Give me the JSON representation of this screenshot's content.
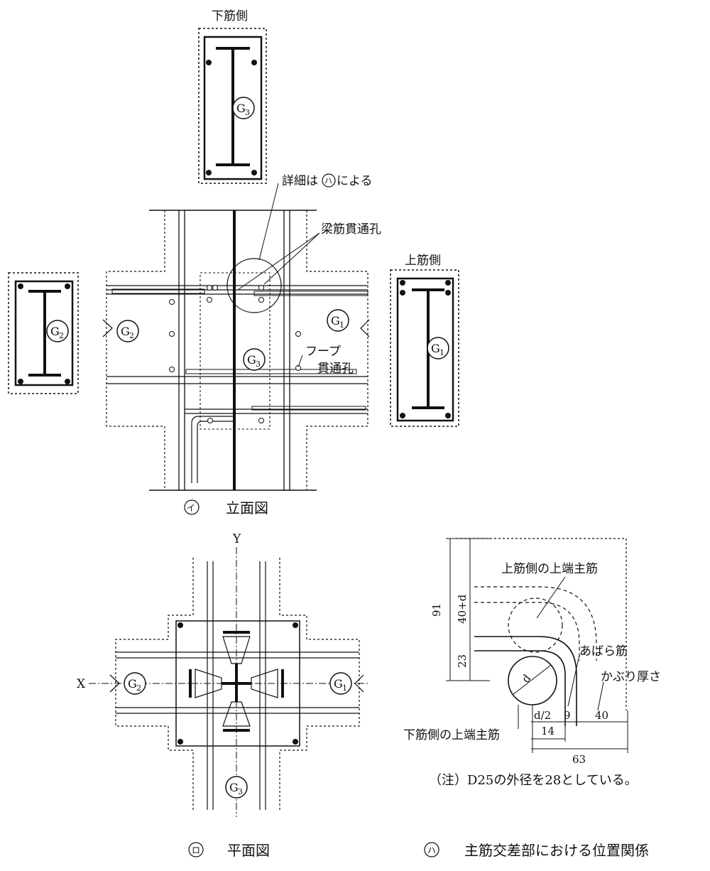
{
  "elevation": {
    "g3_section_label": "下筋側",
    "g1_section_label": "上筋側",
    "callout_detail": "詳細は",
    "callout_detail_mark": "ハ",
    "callout_detail_suffix": "による",
    "callout_beam_hole": "梁筋貫通孔",
    "callout_hoop_1": "フープ",
    "callout_hoop_2": "貫通孔",
    "caption_mark": "イ",
    "caption": "立面図"
  },
  "plan": {
    "axis_y": "Y",
    "axis_x": "X",
    "caption_mark": "ロ",
    "caption": "平面図"
  },
  "detail": {
    "dim_91": "91",
    "dim_40d": "40+d",
    "dim_23": "23",
    "dim_d": "d",
    "dim_d2": "d/2",
    "dim_9": "9",
    "dim_40": "40",
    "dim_14": "14",
    "dim_63": "63",
    "label_upper": "上筋側の上端主筋",
    "label_abara": "あばら筋",
    "label_cover": "かぶり厚さ",
    "label_lower": "下筋側の上端主筋",
    "note": "（注）D25の外径を28としている。",
    "caption_mark": "ハ",
    "caption": "主筋交差部における位置関係"
  },
  "girders": {
    "g1": "G",
    "g1_sub": "1",
    "g2": "G",
    "g2_sub": "2",
    "g3": "G",
    "g3_sub": "3"
  }
}
